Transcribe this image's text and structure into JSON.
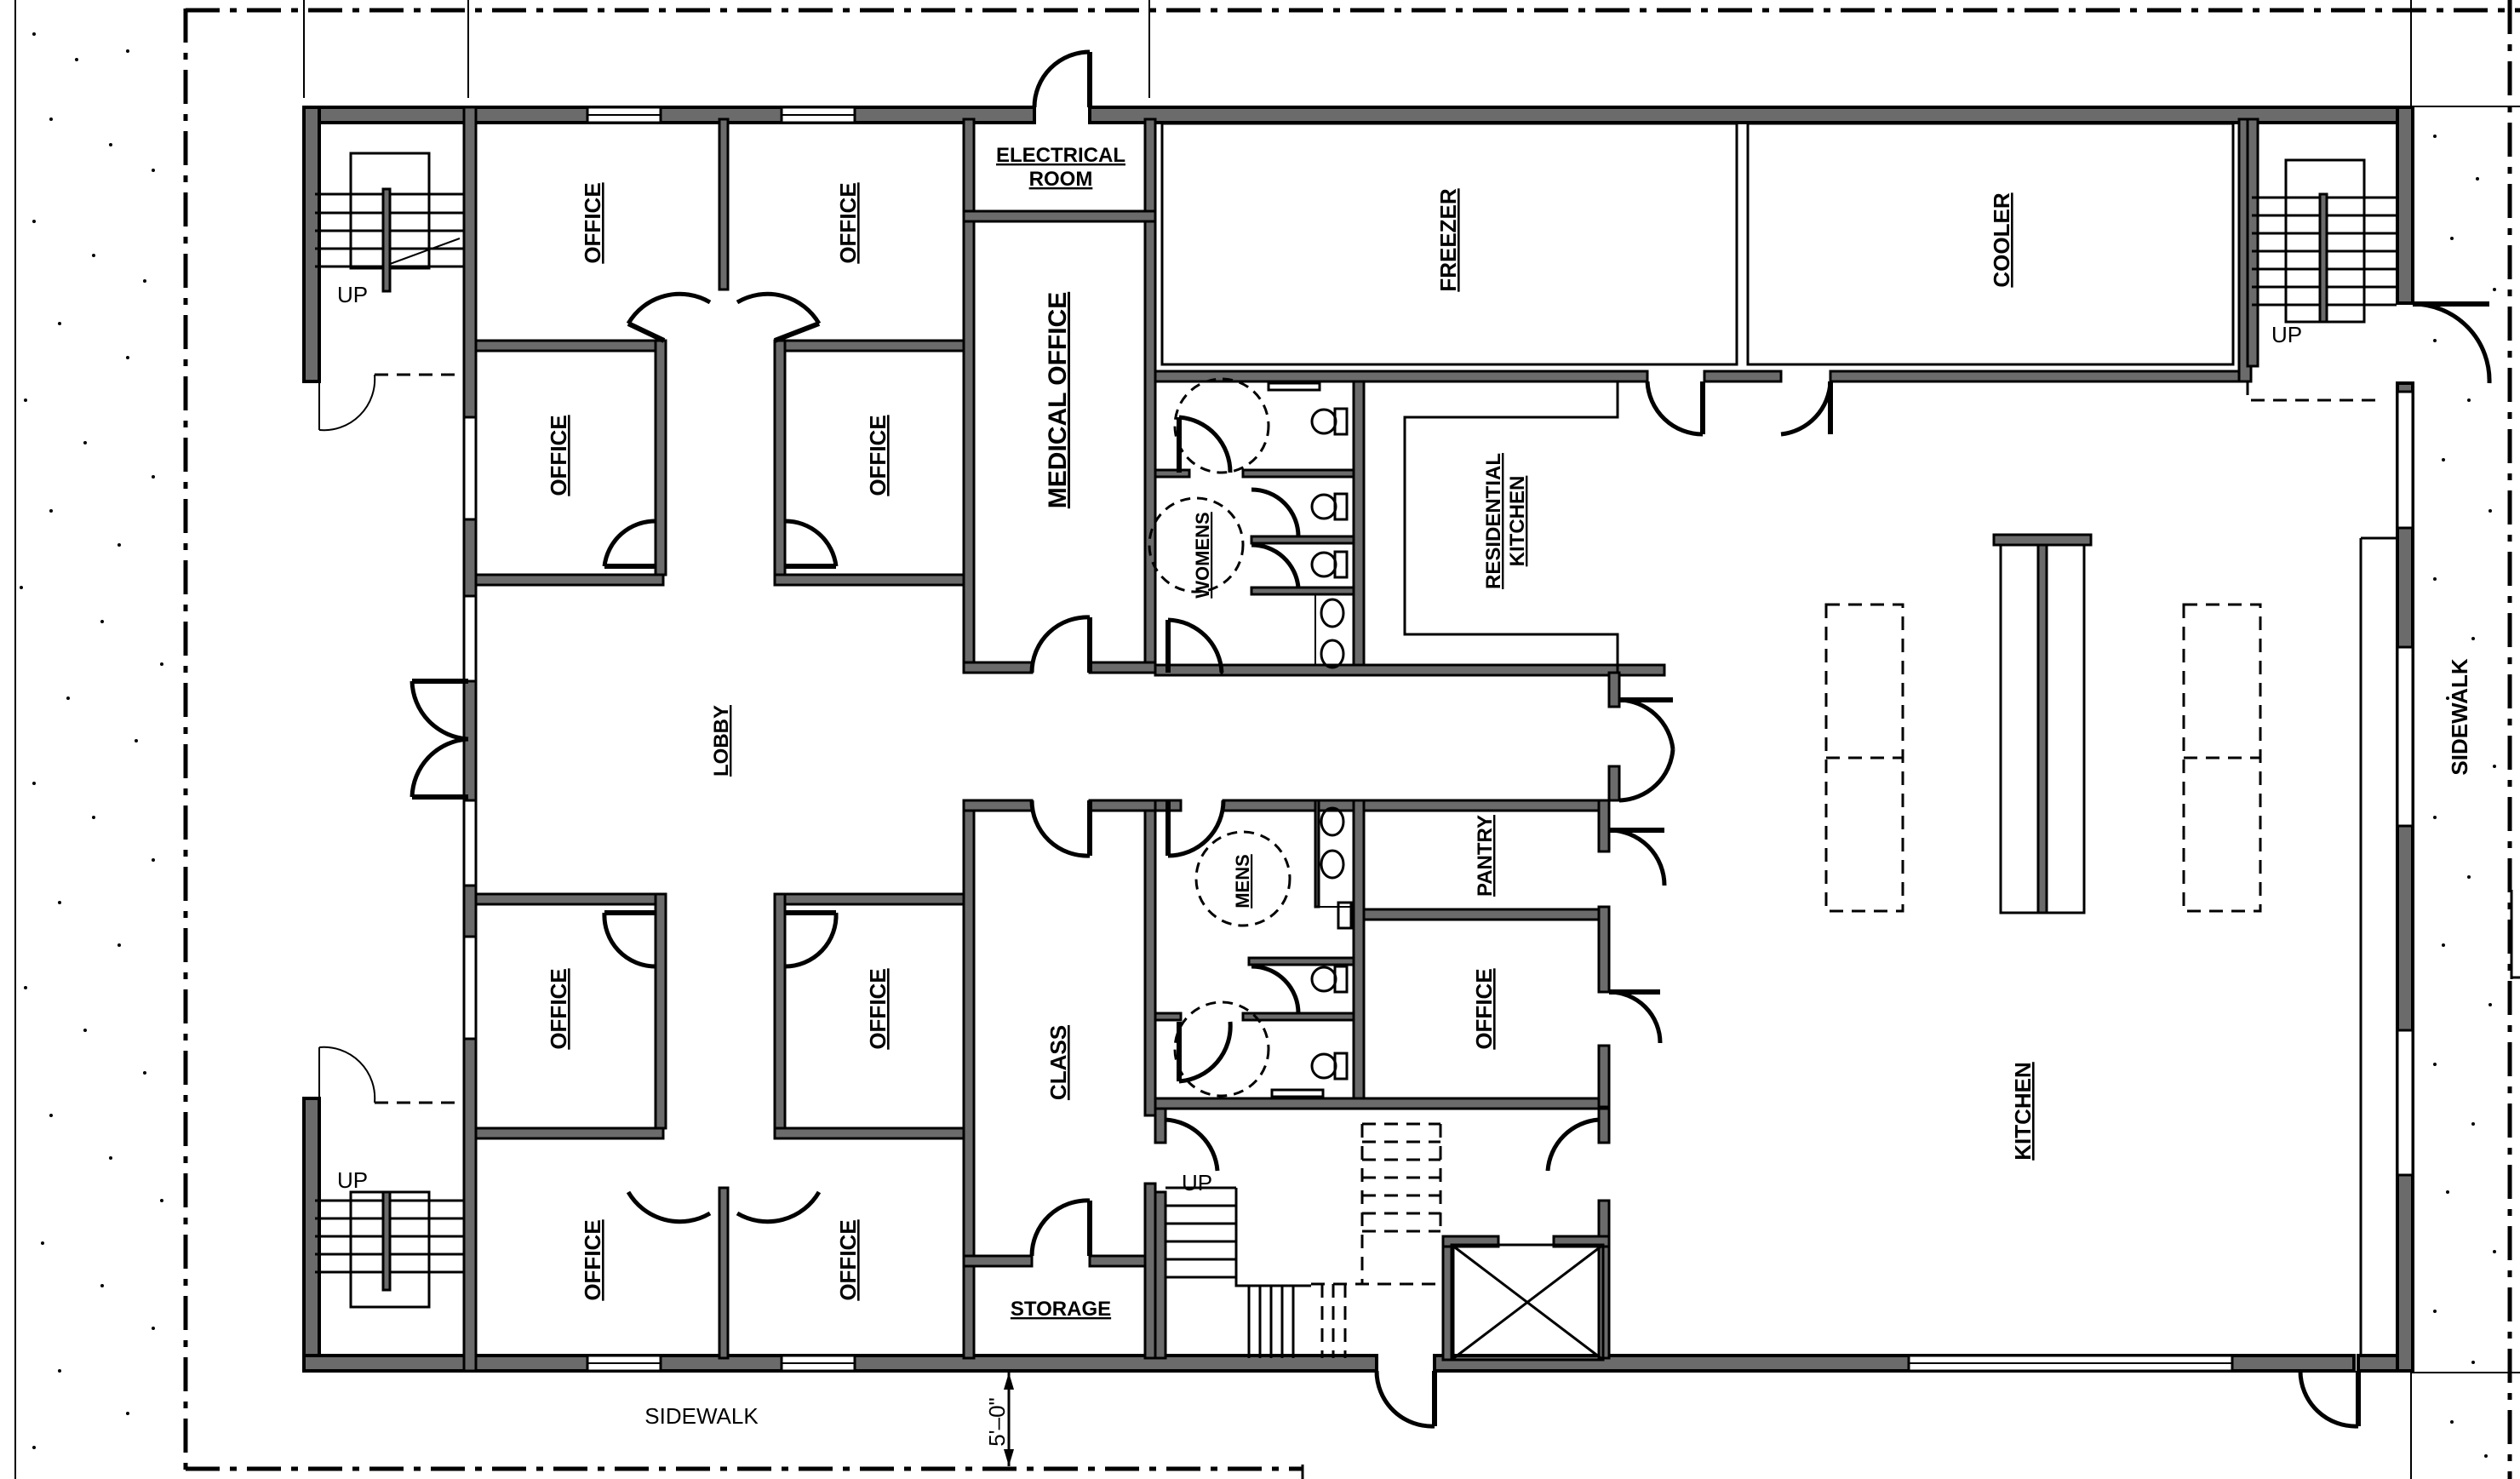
{
  "drawing": {
    "type": "architectural floor plan",
    "colors": {
      "wall_fill": "#6b6b6b",
      "line": "#000000",
      "background": "#ffffff"
    }
  },
  "rooms": {
    "office_nw1": "OFFICE",
    "office_nw2": "OFFICE",
    "office_w1": "OFFICE",
    "office_w2": "OFFICE",
    "office_sw1": "OFFICE",
    "office_sw2": "OFFICE",
    "office_s1": "OFFICE",
    "office_s2": "OFFICE",
    "electrical_line1": "ELECTRICAL",
    "electrical_line2": "ROOM",
    "medical_office": "MEDICAL OFFICE",
    "freezer": "FREEZER",
    "cooler": "COOLER",
    "womens": "WOMENS",
    "mens": "MENS",
    "residential_kitchen_line1": "RESIDENTIAL",
    "residential_kitchen_line2": "KITCHEN",
    "lobby": "LOBBY",
    "pantry": "PANTRY",
    "office_east": "OFFICE",
    "class": "CLASS",
    "storage": "STORAGE",
    "kitchen": "KITCHEN"
  },
  "stairs": {
    "nw": "UP",
    "sw": "UP",
    "ne": "UP",
    "center": "UP"
  },
  "site": {
    "sidewalk_south": "SIDEWALK",
    "sidewalk_east": "SIDEWALK",
    "dimension_sidewalk": "5'–0\""
  }
}
